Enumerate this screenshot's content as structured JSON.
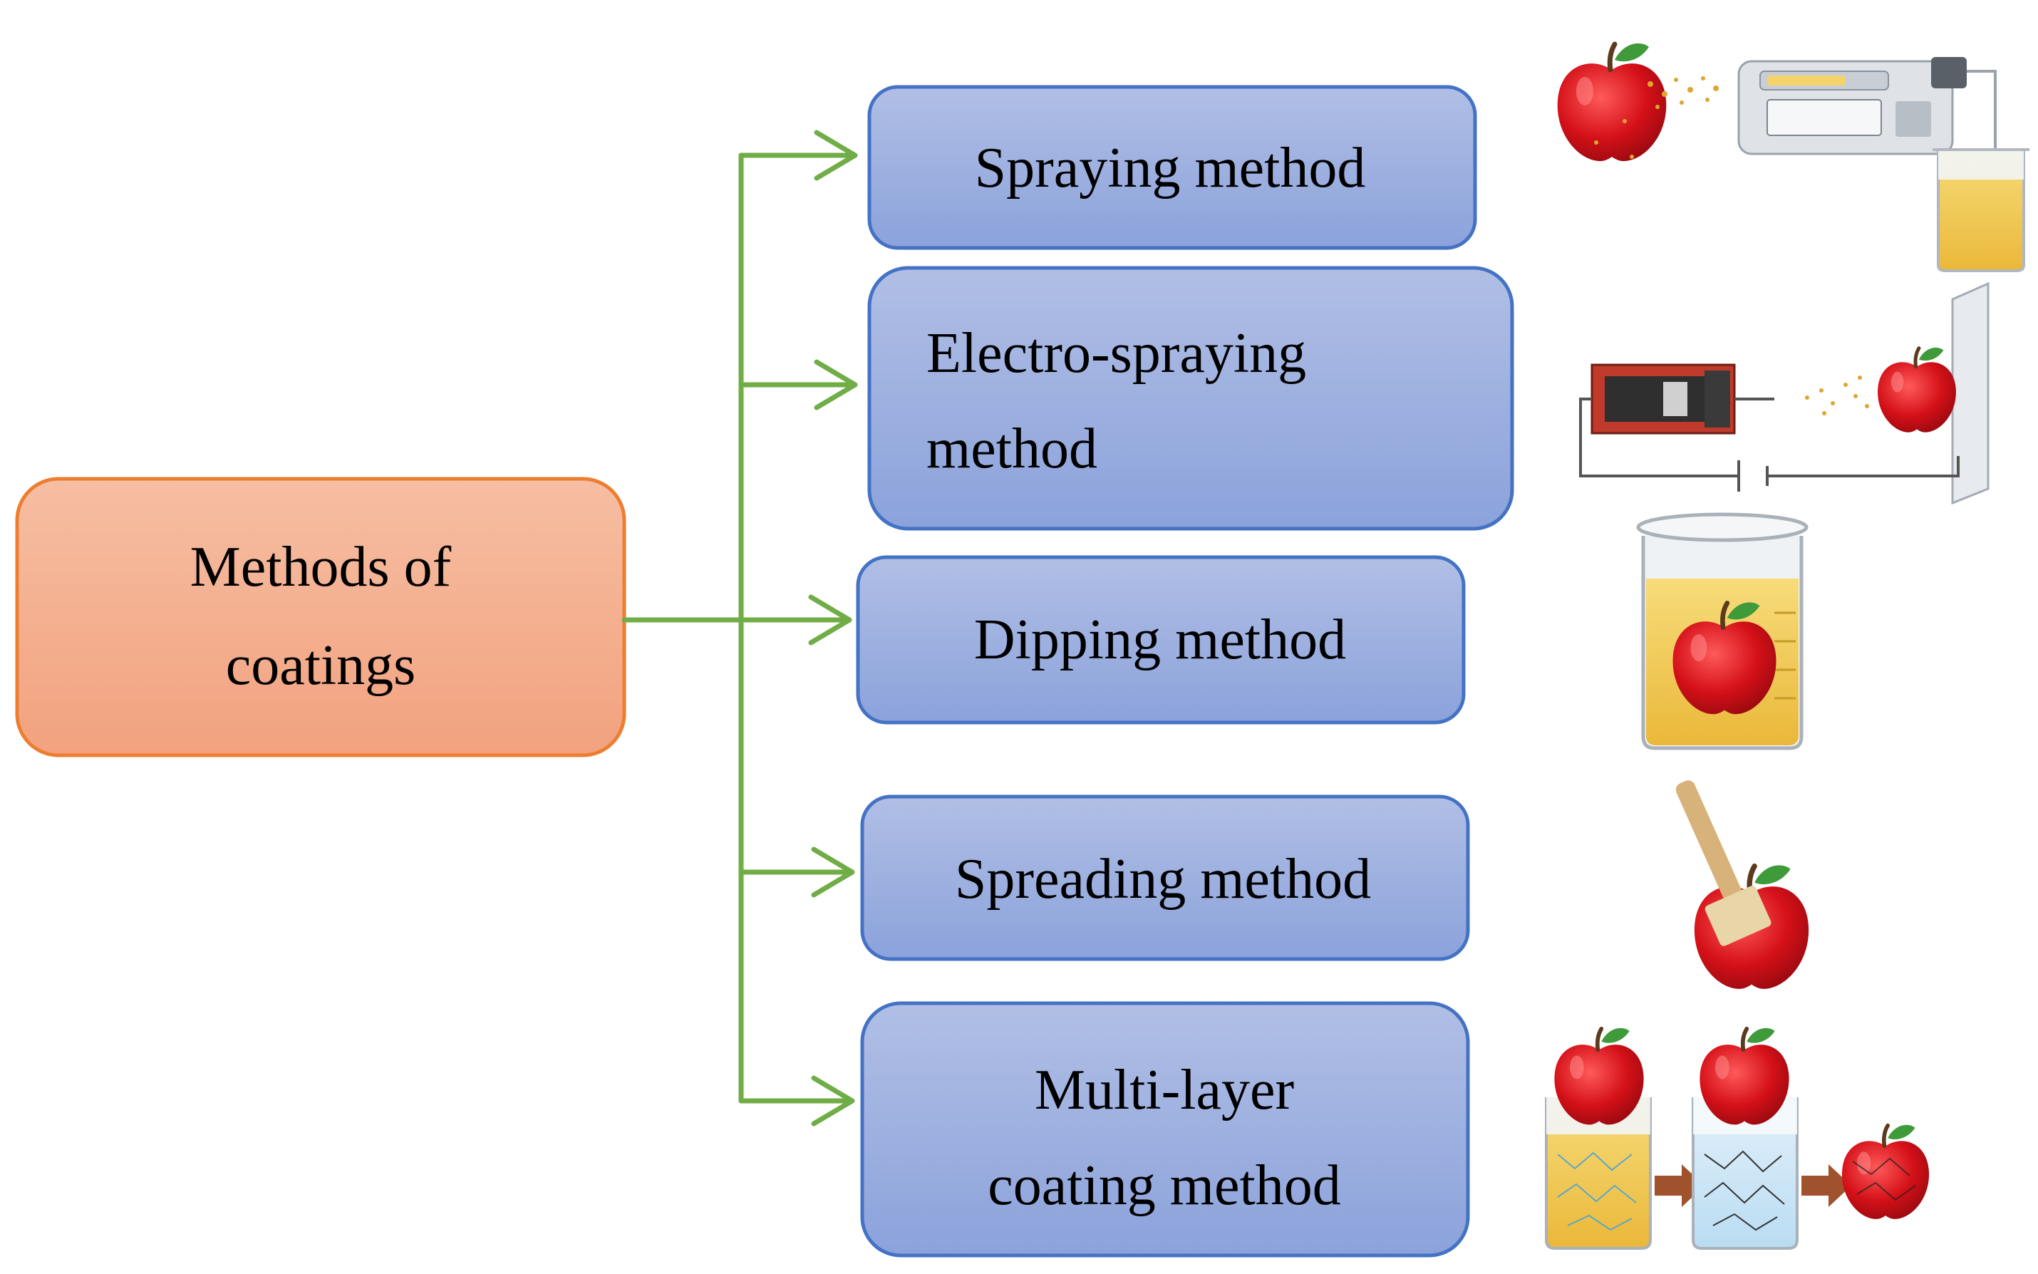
{
  "root": {
    "label_line1": "Methods of",
    "label_line2": "coatings",
    "fill": "#f4a582",
    "stroke": "#ed7d31"
  },
  "methods": [
    {
      "label_line1": "Spraying method",
      "label_line2": "",
      "icon": "spraying-apparatus-icon"
    },
    {
      "label_line1": "Electro-spraying",
      "label_line2": "method",
      "icon": "electrospraying-apparatus-icon"
    },
    {
      "label_line1": "Dipping method",
      "label_line2": "",
      "icon": "dipping-beaker-icon"
    },
    {
      "label_line1": "Spreading method",
      "label_line2": "",
      "icon": "brush-apple-icon"
    },
    {
      "label_line1": "Multi-layer",
      "label_line2": "coating method",
      "icon": "multilayer-beakers-icon"
    }
  ],
  "colors": {
    "method_fill_top": "#a9b8e2",
    "method_fill_bottom": "#8aa2dc",
    "method_stroke": "#4472c4",
    "connector": "#70ad47",
    "apple": "#d0101a",
    "liquid": "#f2c94c"
  }
}
